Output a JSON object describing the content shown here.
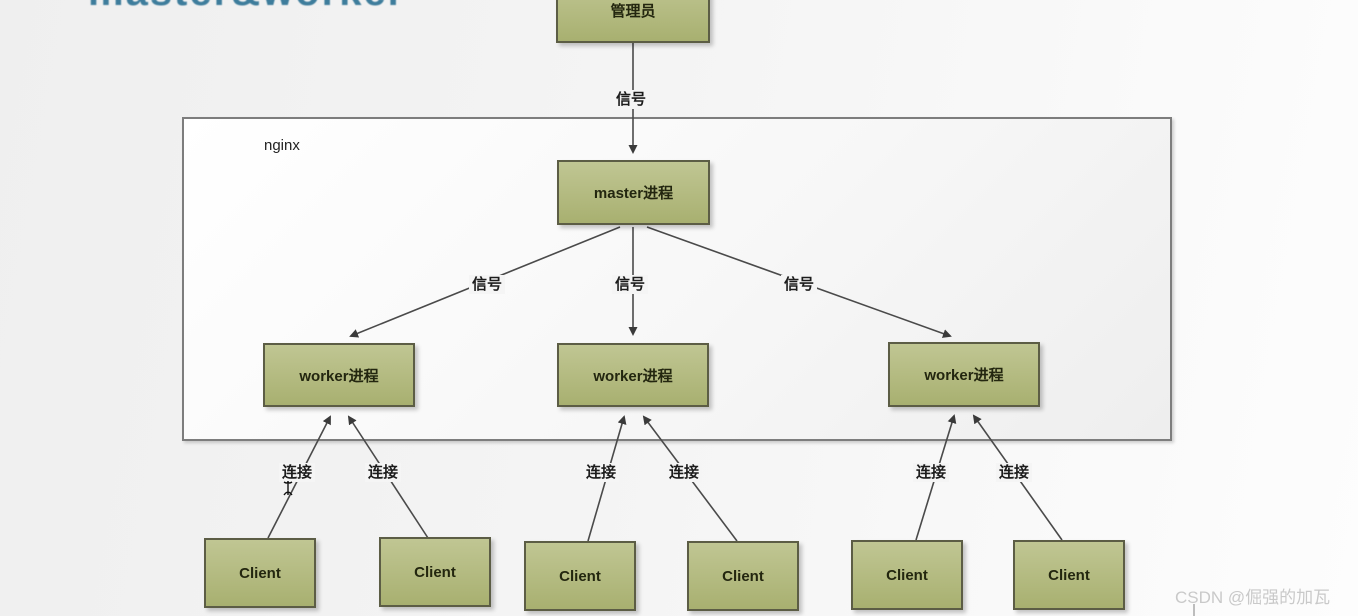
{
  "title": {
    "text": "master&worker"
  },
  "watermark": {
    "text": "CSDN @倔强的加瓦"
  },
  "diagram": {
    "container_label": "nginx",
    "admin_label": "管理员",
    "master_label": "master进程",
    "workers": [
      "worker进程",
      "worker进程",
      "worker进程"
    ],
    "clients": [
      "Client",
      "Client",
      "Client",
      "Client",
      "Client",
      "Client"
    ],
    "signal_top": "信号",
    "signals": [
      "信号",
      "信号",
      "信号"
    ],
    "connections": [
      "连接",
      "连接",
      "连接",
      "连接",
      "连接",
      "连接"
    ],
    "colors": {
      "node_fill": "#b3ba80",
      "node_border": "#5c5d45",
      "container_border": "#7d7d7d",
      "wire": "#4a4a4a",
      "title": "#3e7d9c",
      "watermark": "#c9c9c9"
    }
  }
}
